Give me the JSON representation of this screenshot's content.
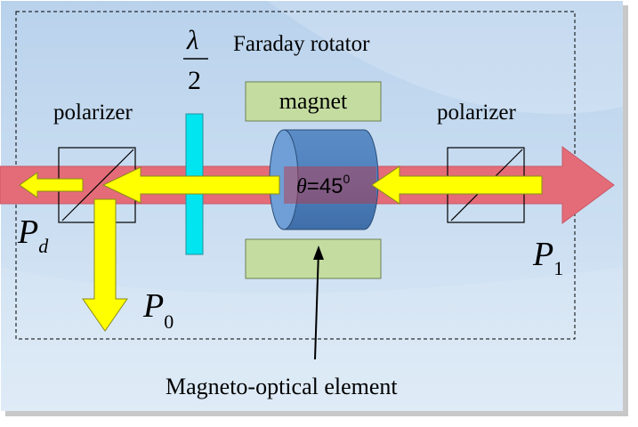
{
  "labels": {
    "title": "Faraday rotator",
    "lambda": "λ",
    "half_denominator": "2",
    "magnet": "magnet",
    "polarizer_left": "polarizer",
    "polarizer_right": "polarizer",
    "theta_symbol": "θ",
    "theta_value": "=45",
    "theta_superscript": "0",
    "magneto_optical": "Magneto-optical element",
    "p_d_main": "P",
    "p_d_sub": "d",
    "p_0_main": "P",
    "p_0_sub": "0",
    "p_1_main": "P",
    "p_1_sub": "1"
  },
  "colors": {
    "background_top": "#b9d2ec",
    "background_bottom": "#dbe9f6",
    "beam": "#e46c78",
    "beam_stroke": "#c85866",
    "yellow_arrow": "#ffff00",
    "yellow_stroke": "#8a8a1a",
    "magnet_fill": "#c4dca0",
    "magnet_stroke": "#6e7f56",
    "crystal_fill": "#4f81bd",
    "crystal_stroke": "#2a4d78",
    "waveplate": "#00e5f0",
    "waveplate_stroke": "#2a8f99"
  }
}
